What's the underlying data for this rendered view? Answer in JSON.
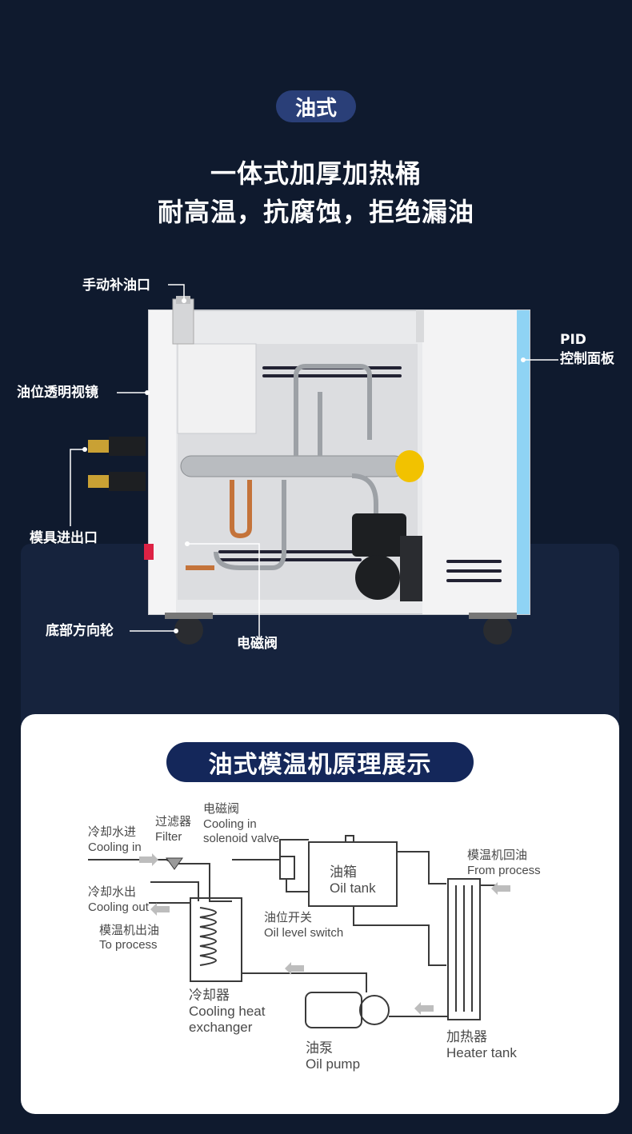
{
  "header": {
    "badge": "油式",
    "headline_line1": "一体式加厚加热桶",
    "headline_line2": "耐高温，抗腐蚀，拒绝漏油"
  },
  "machine_callouts": {
    "manual_oil_fill": "手动补油口",
    "oil_level_window": "油位透明视镜",
    "mold_inlet_outlet": "模具进出口",
    "bottom_casters": "底部方向轮",
    "solenoid_valve": "电磁阀",
    "pid_label_line1": "PID",
    "pid_label_line2": "控制面板"
  },
  "principle": {
    "title": "油式模温机原理展示",
    "labels": {
      "cooling_in_cn": "冷却水进",
      "cooling_in_en": "Cooling in",
      "filter_cn": "过滤器",
      "filter_en": "Filter",
      "solenoid_cn": "电磁阀",
      "solenoid_en1": "Cooling in",
      "solenoid_en2": "solenoid valve",
      "cooling_out_cn": "冷却水出",
      "cooling_out_en": "Cooling out",
      "to_process_cn": "模温机出油",
      "to_process_en": "To process",
      "oil_tank_cn": "油箱",
      "oil_tank_en": "Oil tank",
      "level_switch_cn": "油位开关",
      "level_switch_en": "Oil level switch",
      "from_process_cn": "模温机回油",
      "from_process_en": "From process",
      "cooler_cn": "冷却器",
      "cooler_en1": "Cooling heat",
      "cooler_en2": "exchanger",
      "pump_cn": "油泵",
      "pump_en": "Oil pump",
      "heater_cn": "加热器",
      "heater_en": "Heater tank"
    }
  },
  "colors": {
    "background": "#0f1a2e",
    "badge": "#2a3f78",
    "title_pill": "#14275a",
    "panel_blue": "#8fd3f4",
    "oil_yellow": "#f2c200",
    "copper": "#c4733a"
  }
}
